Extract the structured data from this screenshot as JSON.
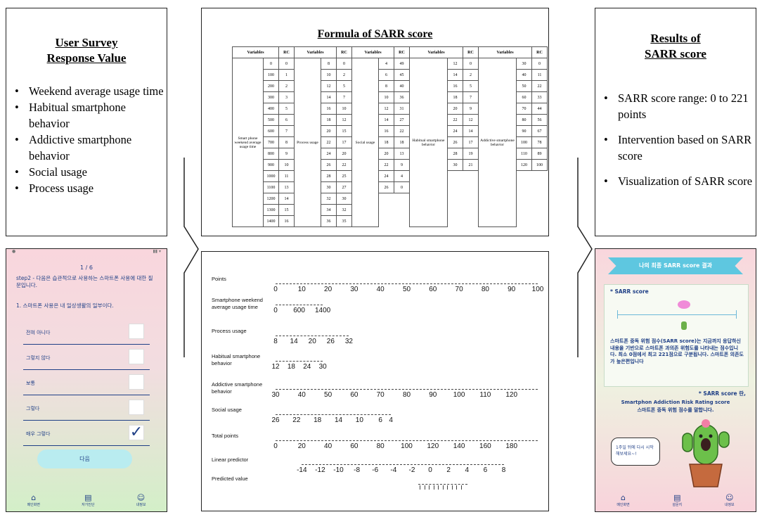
{
  "survey": {
    "title_line1": "User Survey",
    "title_line2": "Response Value",
    "items": [
      "Weekend average usage time",
      "Habitual smartphone behavior",
      "Addictive smartphone behavior",
      "Social usage",
      "Process usage"
    ]
  },
  "formula": {
    "title": "Formula of SARR score",
    "head_var": "Variables",
    "head_rc": "RC",
    "groups": [
      {
        "label": "Smart phone weekend average usage time",
        "values": [
          "0",
          "100",
          "200",
          "300",
          "400",
          "500",
          "600",
          "700",
          "800",
          "900",
          "1000",
          "1100",
          "1200",
          "1300",
          "1400"
        ],
        "rc": [
          "0",
          "1",
          "2",
          "3",
          "5",
          "6",
          "7",
          "8",
          "9",
          "10",
          "11",
          "13",
          "14",
          "15",
          "16"
        ]
      },
      {
        "label": "Process usage",
        "values": [
          "8",
          "10",
          "12",
          "14",
          "16",
          "18",
          "20",
          "22",
          "24",
          "26",
          "28",
          "30",
          "32",
          "34",
          "36"
        ],
        "rc": [
          "0",
          "2",
          "5",
          "7",
          "10",
          "12",
          "15",
          "17",
          "20",
          "22",
          "25",
          "27",
          "30",
          "32",
          "35"
        ]
      },
      {
        "label": "Social usage",
        "values": [
          "4",
          "6",
          "8",
          "10",
          "12",
          "14",
          "16",
          "18",
          "20",
          "22",
          "24",
          "26"
        ],
        "rc": [
          "49",
          "45",
          "40",
          "36",
          "31",
          "27",
          "22",
          "18",
          "13",
          "9",
          "4",
          "0"
        ]
      },
      {
        "label": "Habitual smartphone behavior",
        "values": [
          "12",
          "14",
          "16",
          "18",
          "20",
          "22",
          "24",
          "26",
          "28",
          "30"
        ],
        "rc": [
          "0",
          "2",
          "5",
          "7",
          "9",
          "12",
          "14",
          "17",
          "19",
          "21"
        ]
      },
      {
        "label": "Addictive smartphone behavior",
        "values": [
          "30",
          "40",
          "50",
          "60",
          "70",
          "80",
          "90",
          "100",
          "110",
          "120"
        ],
        "rc": [
          "0",
          "11",
          "22",
          "33",
          "44",
          "56",
          "67",
          "78",
          "89",
          "100"
        ]
      }
    ]
  },
  "results": {
    "title_line1": "Results of",
    "title_line2": "SARR score",
    "items": [
      "SARR score range: 0 to 221 points",
      "Intervention based on SARR score",
      "Visualization of SARR score"
    ]
  },
  "phone_left": {
    "counter": "1 / 6",
    "step_text": "step2 - 다음은 습관적으로 사용하는 스마트폰 사용에 대한 질문입니다.",
    "question": "1. 스마트폰 사용은 내 일상생활의 일부이다.",
    "options": [
      "전혀 아니다",
      "그렇지 않다",
      "보통",
      "그렇다",
      "매우 그렇다"
    ],
    "checkmark": "✓",
    "next_label": "다음",
    "nav": [
      "메인화면",
      "자가진단",
      "내정보"
    ]
  },
  "nomogram": {
    "rows": [
      {
        "label": "Points",
        "ticks": [
          "0",
          "10",
          "20",
          "30",
          "40",
          "50",
          "60",
          "70",
          "80",
          "90",
          "100"
        ]
      },
      {
        "label": "Smartphone weekend average usage time",
        "ticks": [
          "0",
          "600",
          "1400"
        ]
      },
      {
        "label": "Process usage",
        "ticks": [
          "8",
          "14",
          "20",
          "26",
          "32"
        ]
      },
      {
        "label": "Habitual smartphone behavior",
        "ticks": [
          "12",
          "18",
          "24",
          "30"
        ]
      },
      {
        "label": "Addictive smartphone behavior",
        "ticks": [
          "30",
          "40",
          "50",
          "60",
          "70",
          "80",
          "90",
          "100",
          "110",
          "120"
        ]
      },
      {
        "label": "Social usage",
        "ticks": [
          "26",
          "22",
          "18",
          "14",
          "10",
          "6",
          "4"
        ]
      },
      {
        "label": "Total points",
        "ticks": [
          "0",
          "20",
          "40",
          "60",
          "80",
          "100",
          "120",
          "140",
          "160",
          "180"
        ]
      },
      {
        "label": "Linear predictor",
        "ticks": [
          "-14",
          "-12",
          "-10",
          "-8",
          "-6",
          "-4",
          "-2",
          "0",
          "2",
          "4",
          "6",
          "8"
        ]
      },
      {
        "label": "Predicted value",
        "ticks": []
      }
    ]
  },
  "phone_right": {
    "banner": "나의 최종 SARR score 결과",
    "section": "* SARR score",
    "description": "스마트폰 중독 위험 점수(SARR score)는 지금까지 응답하신 내용을 기반으로 스마트폰 과의존 위험도를 나타내는 점수입니다. 최소 0점에서 최고 221점으로 구분됩니다. 스마트폰 의존도가 높은편입니다",
    "note_title": "* SARR score 란,",
    "note_line1": "Smartphon Addiction Risk Rating score",
    "note_line2": "스마트폰 중독 위험 점수를 말합니다.",
    "bubble": "1주일 뒤에 다시 시작해보세요~!",
    "nav": [
      "메인화면",
      "설문지",
      "내정보"
    ]
  },
  "colors": {
    "phone_top": "#f9d6dd",
    "phone_bottom": "#d3efc8",
    "accent": "#1f3f86",
    "button": "#b9ecf0",
    "banner": "#5ec7e0"
  }
}
